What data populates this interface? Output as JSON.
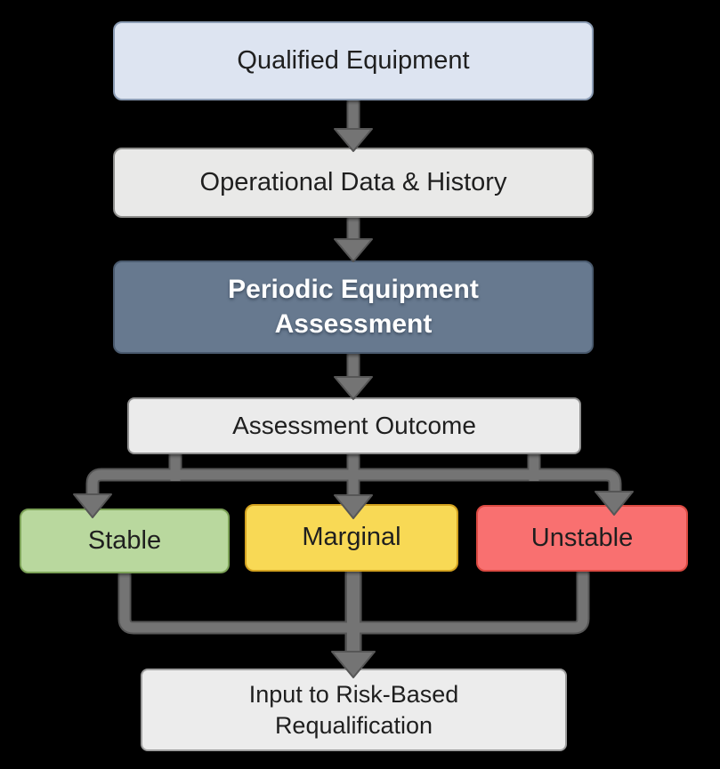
{
  "diagram": {
    "background": "#000000",
    "nodes": {
      "qualified_equipment": {
        "label": "Qualified Equipment",
        "fill": "#dde4f1",
        "border": "#8b9cb4",
        "text_color": "#1f1f1f"
      },
      "operational_data": {
        "label": "Operational Data & History",
        "fill": "#e9e9e8",
        "border": "#8f8f8d",
        "text_color": "#1f1f1f"
      },
      "periodic_assessment": {
        "label": "Periodic Equipment Assessment",
        "fill": "#67798f",
        "border": "#4a5a6e",
        "text_color": "#ffffff"
      },
      "assessment_outcome": {
        "label": "Assessment Outcome",
        "fill": "#ebebeb",
        "border": "#909090",
        "text_color": "#1f1f1f"
      },
      "stable": {
        "label": "Stable",
        "fill": "#b9d89e",
        "border": "#7ca257",
        "text_color": "#1f1f1f"
      },
      "marginal": {
        "label": "Marginal",
        "fill": "#f8d955",
        "border": "#d3a21f",
        "text_color": "#1f1f1f"
      },
      "unstable": {
        "label": "Unstable",
        "fill": "#f97070",
        "border": "#db4a42",
        "text_color": "#1f1f1f"
      },
      "risk_based_requalification": {
        "label": "Input to Risk-Based Requalification",
        "fill": "#ececec",
        "border": "#9e9e9e",
        "text_color": "#1f1f1f"
      }
    },
    "edges": [
      {
        "from": "qualified_equipment",
        "to": "operational_data"
      },
      {
        "from": "operational_data",
        "to": "periodic_assessment"
      },
      {
        "from": "periodic_assessment",
        "to": "assessment_outcome"
      },
      {
        "from": "assessment_outcome",
        "to": "stable"
      },
      {
        "from": "assessment_outcome",
        "to": "marginal"
      },
      {
        "from": "assessment_outcome",
        "to": "unstable"
      },
      {
        "from": "stable",
        "to": "risk_based_requalification"
      },
      {
        "from": "marginal",
        "to": "risk_based_requalification"
      },
      {
        "from": "unstable",
        "to": "risk_based_requalification"
      }
    ],
    "connectors": {
      "color": "#747474",
      "edge_color": "#565656"
    }
  }
}
